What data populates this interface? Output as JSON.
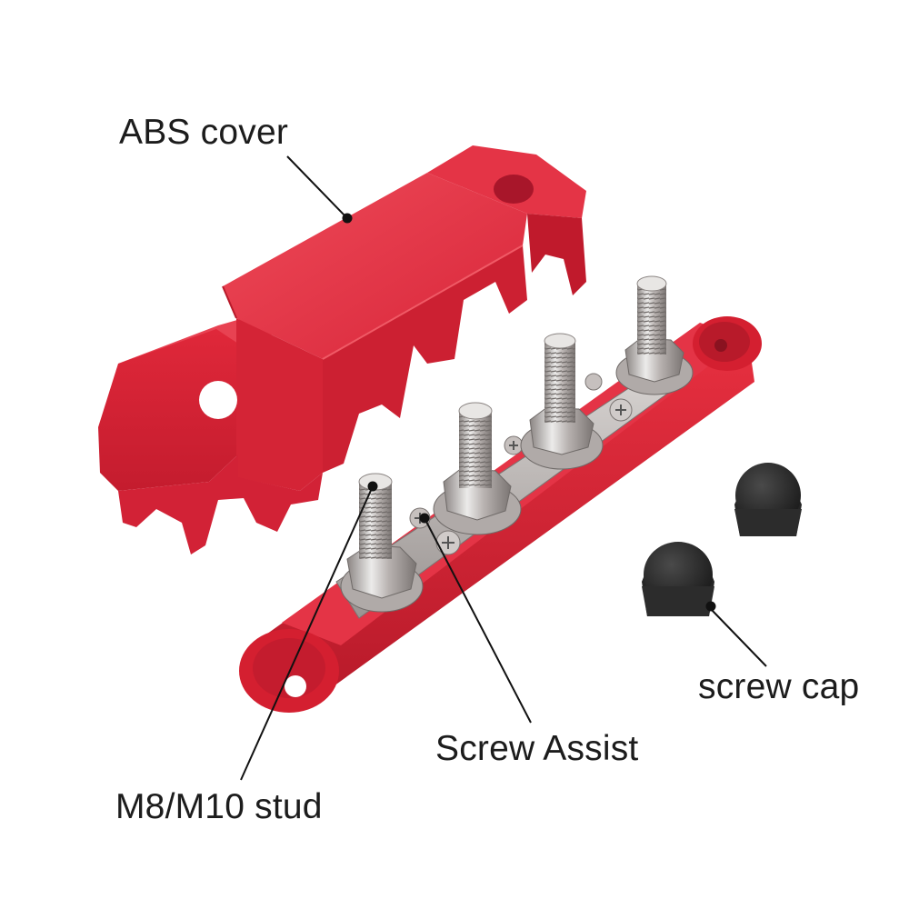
{
  "image": {
    "subject": "Red 4-stud bus bar power distribution block with ABS cover and screw caps",
    "background_color": "#ffffff"
  },
  "colors": {
    "cover_red": "#e0283a",
    "cover_red_dark": "#b81a2a",
    "cover_red_light": "#ee4a58",
    "base_red": "#d41f30",
    "metal": "#c9c4c2",
    "metal_dark": "#8b8583",
    "cap_black": "#2a2a2a",
    "text": "#1c1c1c",
    "leader_line": "#111111"
  },
  "callouts": [
    {
      "id": "abs-cover",
      "label": "ABS cover"
    },
    {
      "id": "screw-cap",
      "label": "screw cap"
    },
    {
      "id": "screw-assist",
      "label": "Screw Assist"
    },
    {
      "id": "stud",
      "label": "M8/M10 stud"
    }
  ],
  "components": {
    "studs_count": 4,
    "screw_caps_count": 2
  }
}
